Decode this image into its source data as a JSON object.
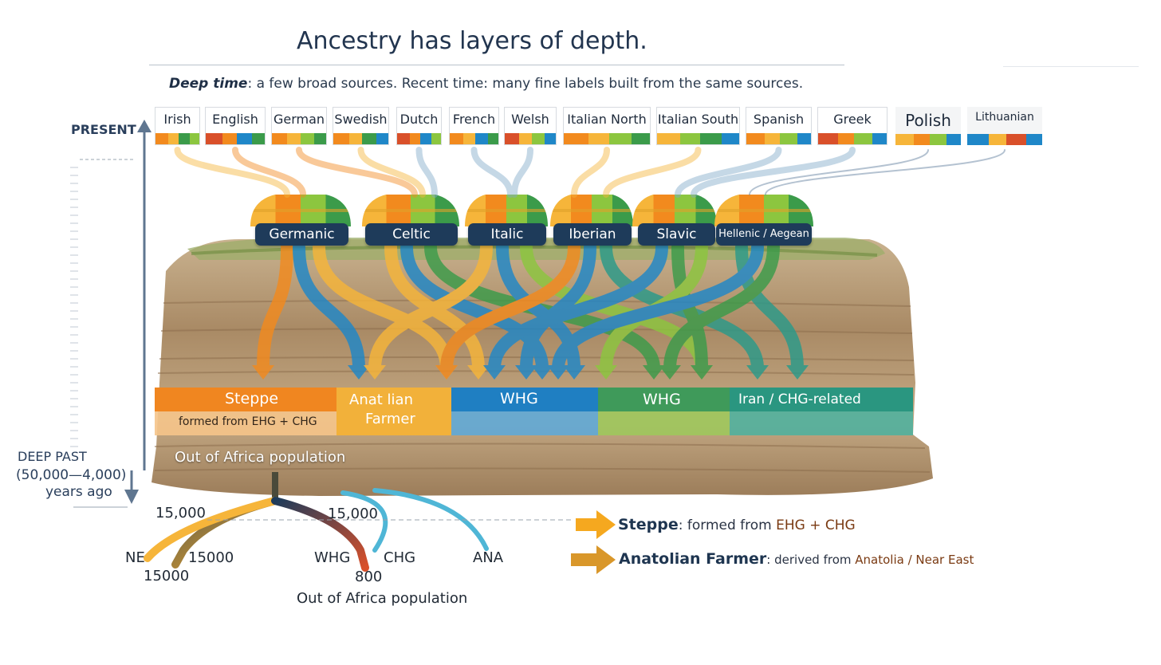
{
  "header": {
    "title": "Ancestry has layers of depth.",
    "subtitle_bold": "Deep time",
    "subtitle_rest": ": a few broad sources. Recent time: many fine labels built from the same sources."
  },
  "timeline": {
    "present_label": "PRESENT",
    "deep_past_label": "DEEP PAST",
    "deep_past_range": "(50,000—4,000)",
    "deep_past_unit": "years ago"
  },
  "populations": [
    {
      "label": "Irish"
    },
    {
      "label": "English"
    },
    {
      "label": "German"
    },
    {
      "label": "Swedish"
    },
    {
      "label": "Dutch"
    },
    {
      "label": "French"
    },
    {
      "label": "Welsh"
    },
    {
      "label": "Italian North"
    },
    {
      "label": "Italian South"
    },
    {
      "label": "Spanish"
    },
    {
      "label": "Greek"
    },
    {
      "label": "Polish"
    },
    {
      "label": "Lithuanian"
    }
  ],
  "regions": [
    {
      "label": "Germanic"
    },
    {
      "label": "Celtic"
    },
    {
      "label": "Italic"
    },
    {
      "label": "Iberian"
    },
    {
      "label": "Slavic"
    },
    {
      "label": "Hellenic / Aegean"
    }
  ],
  "layers": {
    "steppe": "Steppe",
    "steppe_sub": "formed from EHG + CHG",
    "anatolian_line1": "Anat lian",
    "anatolian_line2": "Farmer",
    "whg_1": "WHG",
    "whg_2": "WHG",
    "iran": "Iran / CHG-related",
    "out_of_africa": "Out of Africa population"
  },
  "tree": {
    "left_split": "15,000",
    "right_split": "15,000",
    "ne": "NE",
    "ne_value_a": "15000",
    "ne_value_b": "15000",
    "whg": "WHG",
    "whg_value": "800",
    "chg": "CHG",
    "ana": "ANA",
    "bottom_label": "Out of Africa population"
  },
  "legend": {
    "steppe_name": "Steppe",
    "steppe_text": ": formed from ",
    "steppe_sources": "EHG + CHG",
    "anatolian_name": "Anatolian Farmer",
    "anatolian_text": ": derived from ",
    "anatolian_sources": "Anatolia / Near East"
  },
  "colors": {
    "orange": "#f28a1e",
    "amber": "#f6b53a",
    "blue": "#1f87c8",
    "green": "#3b9b4a",
    "lime": "#8cc63f",
    "teal": "#2a9a8a",
    "navy": "#1e3b5a",
    "red": "#d9502a"
  }
}
